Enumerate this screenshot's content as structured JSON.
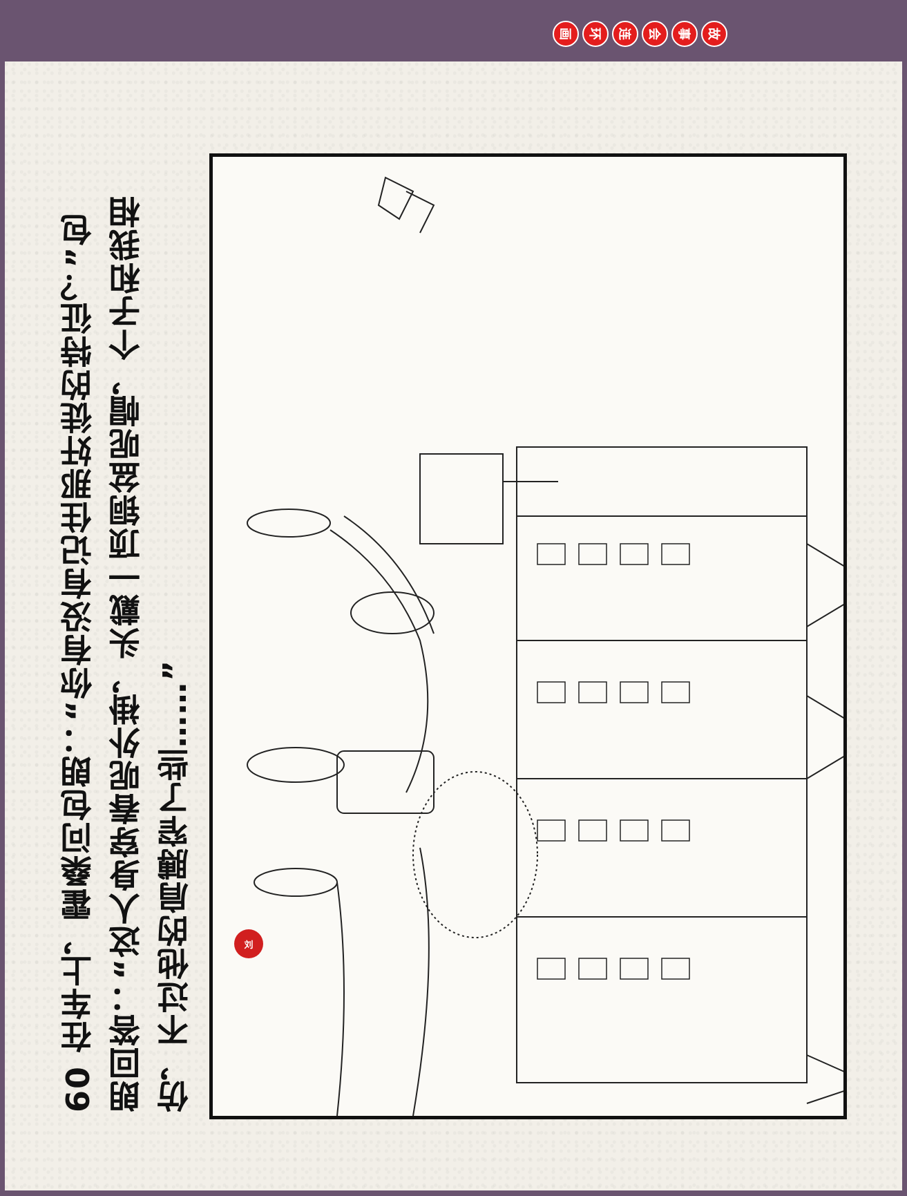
{
  "header": {
    "seals": [
      "故",
      "事",
      "会",
      "连",
      "环",
      "画"
    ]
  },
  "caption": {
    "number": "60",
    "text": "在车上，霍桑问包朗：“你有没有记住那奸徒的特征？”包朗回答：“这人身穿春呢外褂，头戴一顶铜盆呢帽，个子和我相仿，不过他的肩膊窄了些……”"
  },
  "artist_seal": "刘"
}
